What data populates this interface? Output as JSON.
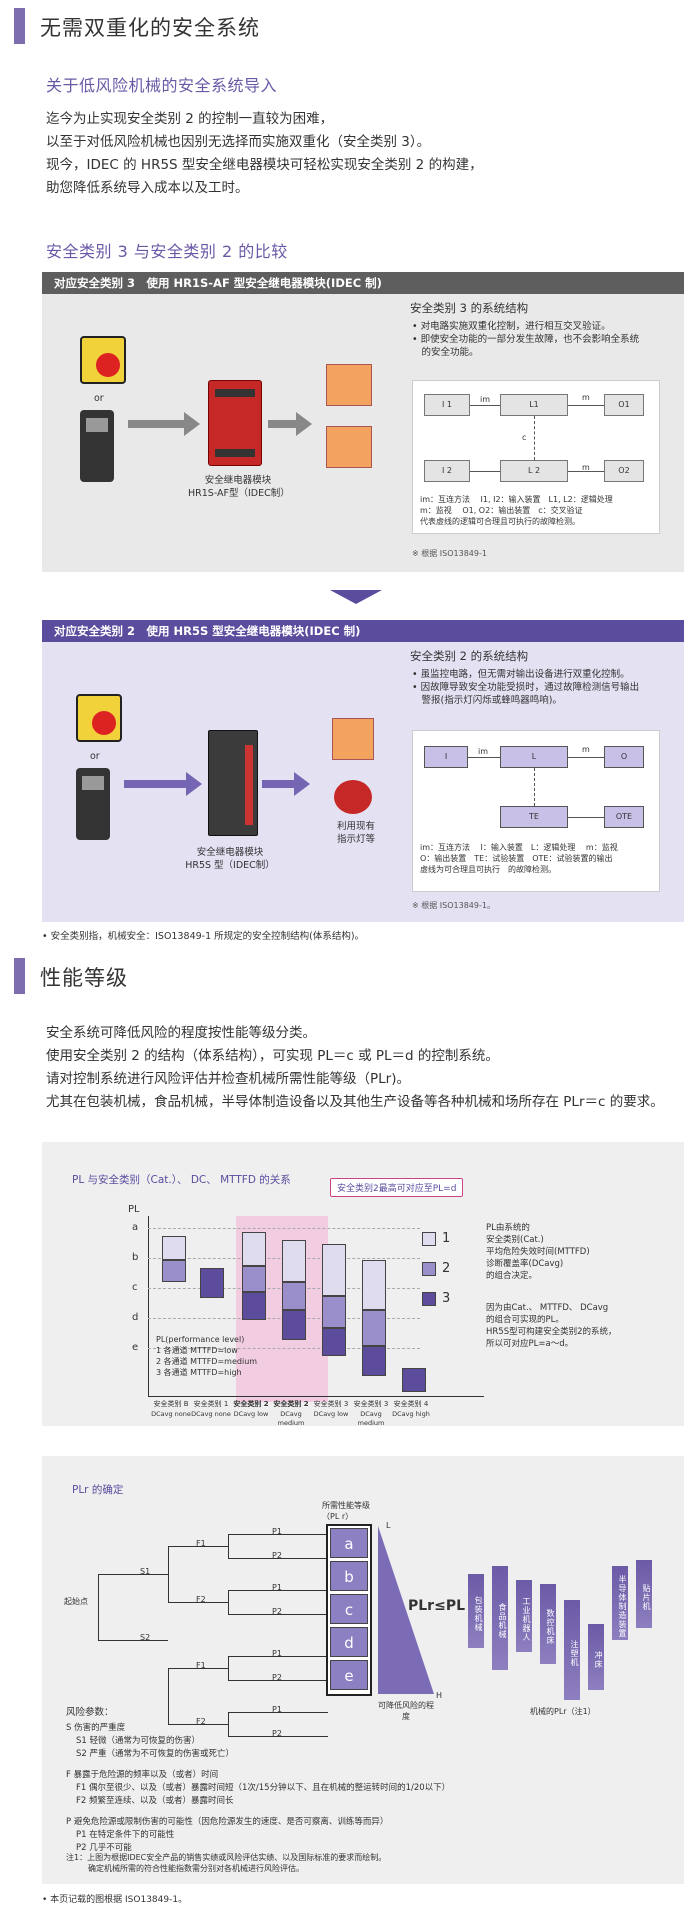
{
  "sec1": {
    "title": "无需双重化的安全系统",
    "sub": "关于低风险机械的安全系统导入",
    "paras": [
      "迄今为止实现安全类别 2 的控制一直较为困难，",
      "以至于对低风险机械也因别无选择而实施双重化（安全类别 3）。",
      "现今，IDEC 的 HR5S 型安全继电器模块可轻松实现安全类别 2 的构建，",
      "助您降低系统导入成本以及工时。"
    ]
  },
  "cmp": {
    "title": "安全类别 3 与安全类别 2 的比较",
    "b1": {
      "banner": "对应安全类别 3　使用 HR1S-AF 型安全继电器模块(IDEC 制)",
      "or": "or",
      "mod1": "安全继电器模块",
      "mod2": "HR1S-AF型（IDEC制）",
      "st": "安全类别 3 的系统结构",
      "bul": [
        "• 对电路实施双重化控制，进行相互交叉验证。",
        "• 即使安全功能的一部分发生故障，也不会影响全系统",
        "　的安全功能。"
      ],
      "d": {
        "i1": "I 1",
        "l1": "L1",
        "o1": "O1",
        "i2": "I 2",
        "l2": "L 2",
        "o2": "O2",
        "m": "m",
        "im": "im",
        "c": "c",
        "legend": [
          "im：互连方法　 I1, I2：输入装置　L1, L2：逻辑处理",
          "m：监视　 O1, O2：输出装置　c：交叉验证",
          "代表虚线的逻辑可合理且可执行的故障检测。"
        ]
      },
      "note": "※ 根据 ISO13849-1"
    },
    "b2": {
      "banner": "对应安全类别 2　使用 HR5S 型安全继电器模块(IDEC 制)",
      "or": "or",
      "mod1": "安全继电器模块",
      "mod2": "HR5S 型（IDEC制）",
      "lamp1": "利用现有",
      "lamp2": "指示灯等",
      "st": "安全类别 2 的系统结构",
      "bul": [
        "• 虽监控电路，但无需对输出设备进行双重化控制。",
        "• 因故障导致安全功能受损时，通过故障检测信号输出",
        "　警报(指示灯闪烁或蜂鸣器鸣响)。"
      ],
      "d": {
        "i": "I",
        "l": "L",
        "o": "O",
        "te": "TE",
        "ote": "OTE",
        "m": "m",
        "im": "im",
        "legend": [
          "im：互连方法　 I：输入装置　L：逻辑处理　 m：监视",
          "O：输出装置　TE：试验装置　OTE：试验装置的输出",
          "虚线为可合理且可执行　的故障检测。"
        ]
      },
      "note": "※ 根据 ISO13849-1。"
    },
    "foot": "• 安全类别指，机械安全：ISO13849-1 所规定的安全控制结构(体系结构)。"
  },
  "perf": {
    "title": "性能等级",
    "paras": [
      "安全系统可降低风险的程度按性能等级分类。",
      "使用安全类别 2 的结构（体系结构），可实现 PL＝c 或 PL＝d 的控制系统。",
      "请对控制系统进行风险评估并检查机械所需性能等级（PLr)。",
      "尤其在包装机械，食品机械，半导体制造设备以及其他生产设备等各种机械和场所存在 PLr＝c 的要求。"
    ]
  },
  "chart": {
    "title": "PL 与安全类别（Cat.）、 DC、 MTTFD 的关系",
    "callout": "安全类别2最高可对应至PL=d",
    "yl": "PL",
    "levels": [
      "a",
      "b",
      "c",
      "d",
      "e"
    ],
    "leg": [
      "PL(performance level)",
      "1 各通道 MTTFD=low",
      "2 各通道 MTTFD=medium",
      "3 各通道 MTTFD=high"
    ],
    "cats": [
      "安全类别 B",
      "安全类别 1",
      "安全类别 2",
      "安全类别 2",
      "安全类别 3",
      "安全类别 3",
      "安全类别 4"
    ],
    "dcs": [
      "DCavg none",
      "DCavg none",
      "DCavg low",
      "DCavg medium",
      "DCavg low",
      "DCavg medium",
      "DCavg high"
    ],
    "keys": [
      "1",
      "2",
      "3"
    ],
    "txt1": [
      "PL由系统的",
      "安全类别(Cat.)",
      "平均危险失效时间(MTTFD)",
      "诊断覆盖率(DCavg)",
      "的组合决定。"
    ],
    "txt2": [
      "因为由Cat.、 MTTFD、 DCavg",
      "的组合可实现的PL。",
      "HR5S型可构建安全类别2的系统，",
      "所以可对应PL=a～d。"
    ],
    "colors": {
      "c1": "#e0dcef",
      "c2": "#9a8fcb",
      "c3": "#5d4b9c",
      "pink": "#f2cde1"
    }
  },
  "plr": {
    "title": "PLr 的确定",
    "req": "所需性能等级",
    "req2": "（PL r）",
    "start": "起始点",
    "s1": "S1",
    "s2": "S2",
    "f1": "F1",
    "f2": "F2",
    "p1": "P1",
    "p2": "P2",
    "L": "L",
    "H": "H",
    "levels": [
      "a",
      "b",
      "c",
      "d",
      "e"
    ],
    "risk": "可降低风险的程度",
    "cmp": "PLr≤PL",
    "machines": [
      "包装机械",
      "食品机械",
      "工业机器人",
      "数控机床",
      "注塑机",
      "冲床",
      "半导体制造装置",
      "贴片机"
    ],
    "mplr": "机械的PLr（注1）",
    "params": [
      "风险参数：",
      "S 伤害的严重度",
      "S1 轻微（通常为可恢复的伤害）",
      "S2 严重（通常为不可恢复的伤害或死亡）",
      "F 暴露于危险源的频率以及（或者）时间",
      "F1 偶尔至很少、以及（或者）暴露时间短（1次/15分钟以下、且在机械的整运转时间的1/20以下）",
      "F2 频繁至连续、以及（或者）暴露时间长",
      "P 避免危险源或限制伤害的可能性（因危险源发生的速度、是否可察离、训练等而异）",
      "P1 在特定条件下的可能性",
      "P2 几乎不可能"
    ],
    "n1": "注1：上图为根据IDEC安全产品的销售实绩或风险评估实绩、以及国际标准的要求而绘制。",
    "n2": "确定机械所需的符合性能指数需分别对各机械进行风险评估。"
  },
  "footnote": "• 本页记载的图根据 ISO13849-1。"
}
